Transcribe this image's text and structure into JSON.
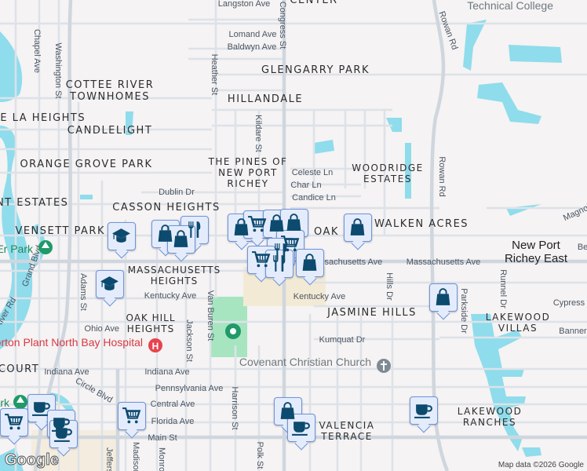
{
  "map": {
    "town": "New Port Richey East",
    "neighborhoods": [
      "COTTEE RIVER TOWNHOMES",
      "CANDLELIGHT",
      "ORANGE GROVE PARK",
      "THE PINES OF NEW PORT RICHEY",
      "GLENGARRY PARK",
      "HILLANDALE",
      "WOODRIDGE ESTATES",
      "CASSON HEIGHTS",
      "VENSETT PARK",
      "MASSACHUSETTS HEIGHTS",
      "OAK HILL HEIGHTS",
      "JASMINE HILLS",
      "LAKEWOOD VILLAS",
      "LAKEWOOD RANCHES",
      "VALENCIA TERRACE",
      "WALKEN ACRES",
      "TE LA HEIGHTS",
      "POINT ESTATES",
      "COURT",
      "CENTER",
      "OAK"
    ],
    "streets": [
      "Langston Ave",
      "Lomand Ave",
      "Baldwyn Ave",
      "Congress St",
      "Chapel Ave",
      "Washington St",
      "Heather St",
      "Kildare St",
      "Celeste Ln",
      "Char Ln",
      "Candice Ln",
      "Dublin Dr",
      "Rowan Rd",
      "Massachusetts Ave",
      "Kentucky Ave",
      "Ohio Ave",
      "Indiana Ave",
      "Pennsylvania Ave",
      "Central Ave",
      "Florida Ave",
      "Main St",
      "Adams St",
      "Jackson St",
      "Van Buren St",
      "Harrison St",
      "Polk St",
      "Madison St",
      "Monroe St",
      "Jefferson St",
      "Grand Blvd",
      "Circle Blvd",
      "Hills Dr",
      "Kumquat Dr",
      "Parkside Dr",
      "Runnel Dr",
      "Cypress",
      "Banner",
      "Magnolia",
      "Bell",
      "River Rd"
    ],
    "pois": {
      "hospital": "Morton Plant North Bay Hospital",
      "church": "Covenant Christian Church",
      "college": "Technical College",
      "park1": "Er Park",
      "park2": "Park"
    },
    "markers": [
      "graduation-cap",
      "shopping-bag",
      "restaurant",
      "shopping-bag",
      "shopping-bag",
      "shopping-cart",
      "shopping-bag",
      "shopping-bag",
      "shopping-cart",
      "restaurant",
      "shopping-cart",
      "restaurant",
      "shopping-bag",
      "shopping-bag",
      "graduation-cap",
      "shopping-bag",
      "shopping-cart",
      "coffee",
      "shopping-cart",
      "coffee",
      "coffee",
      "shopping-bag",
      "coffee",
      "coffee"
    ],
    "logo": "Google",
    "attribution": "Map data ©2026 Google",
    "colors": {
      "water": "#8fdcec",
      "park": "#a6e5c0",
      "road": "#d6dce3",
      "marker_bg": "#e4ecfc",
      "marker_border": "#6f93d9",
      "icon": "#0c4a6e",
      "commercial": "#f3ead5"
    }
  }
}
